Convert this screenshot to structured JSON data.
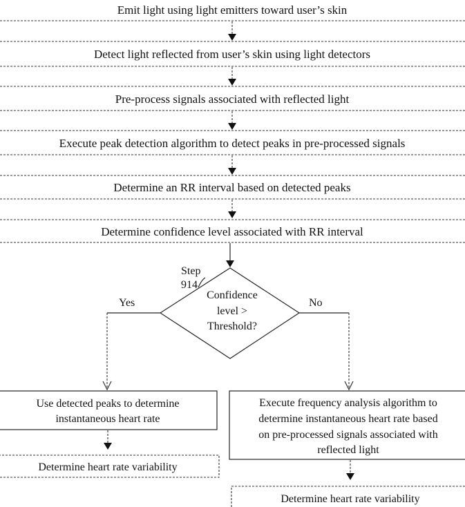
{
  "steps": {
    "emit": "Emit light using light emitters toward user’s skin",
    "detect": "Detect light reflected from user’s skin using light detectors",
    "preprocess": "Pre-process signals associated with reflected light",
    "peak": "Execute peak detection algorithm to detect peaks in pre-processed signals",
    "rr": "Determine an RR interval based on detected peaks",
    "confidence": "Determine confidence level associated with RR interval"
  },
  "decision": {
    "step_label_line1": "Step",
    "step_label_line2": "914",
    "line1": "Confidence",
    "line2": "level >",
    "line3": "Threshold?",
    "yes": "Yes",
    "no": "No"
  },
  "left_branch": {
    "use_peaks_line1": "Use detected peaks to determine",
    "use_peaks_line2": "instantaneous heart rate",
    "hrv": "Determine heart rate variability"
  },
  "right_branch": {
    "freq_line1": "Execute frequency analysis algorithm to",
    "freq_line2": "determine instantaneous heart rate based",
    "freq_line3": "on pre-processed signals associated with",
    "freq_line4": "reflected light",
    "hrv": "Determine heart rate variability"
  }
}
